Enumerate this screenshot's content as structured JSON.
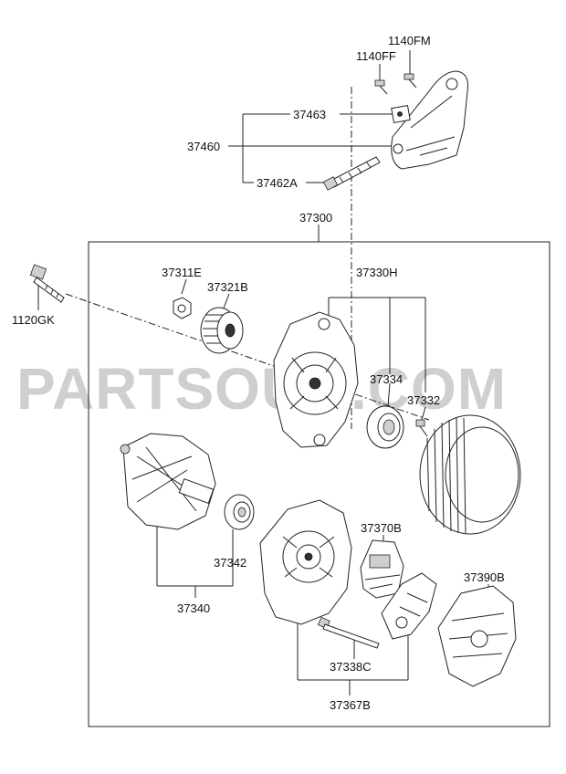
{
  "watermark": "PARTSOUQ.COM",
  "colors": {
    "line": "#222222",
    "watermark": "#cfcfcf",
    "background": "#ffffff"
  },
  "labels": {
    "p1140FM": "1140FM",
    "p1140FF": "1140FF",
    "p37463": "37463",
    "p37460": "37460",
    "p37462A": "37462A",
    "p37300": "37300",
    "p37311E": "37311E",
    "p37321B": "37321B",
    "p37330H": "37330H",
    "p1120GK": "1120GK",
    "p37334": "37334",
    "p37332": "37332",
    "p37370B": "37370B",
    "p37390B": "37390B",
    "p37342": "37342",
    "p37340": "37340",
    "p37338C": "37338C",
    "p37367B": "37367B"
  }
}
